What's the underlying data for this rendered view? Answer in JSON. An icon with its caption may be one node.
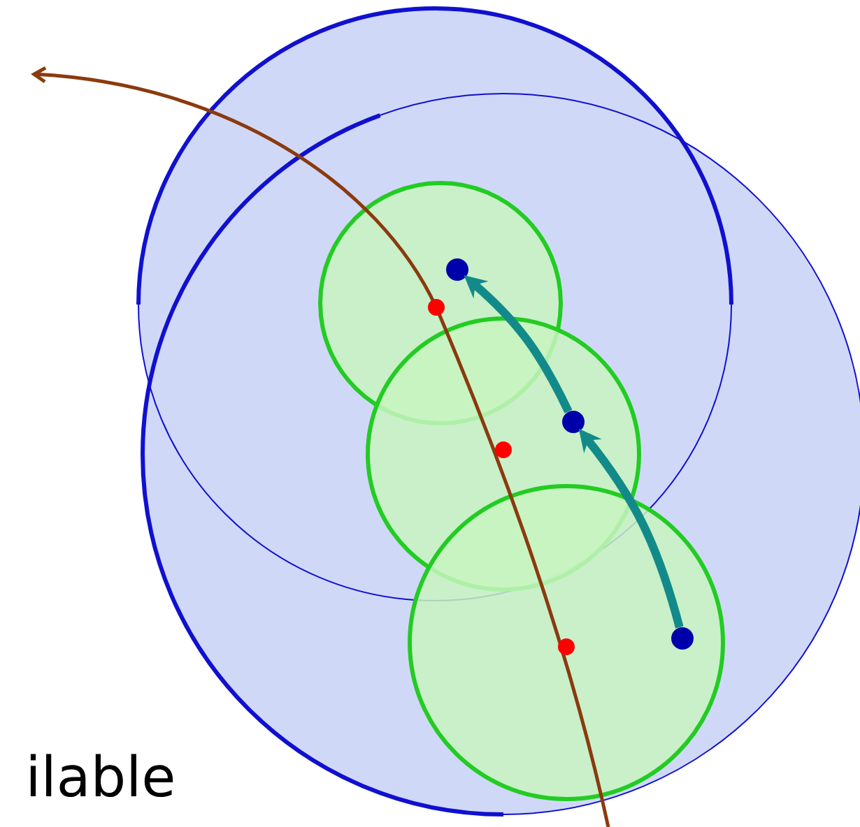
{
  "diagram": {
    "nodes": [
      {
        "text": [],
        "shape": "circle"
      },
      {
        "text": [],
        "shape": "circle"
      },
      {
        "text": [],
        "shape": "circle"
      }
    ],
    "edges": [
      {
        "from": 2,
        "to": 1,
        "arrow": "to"
      },
      {
        "from": 1,
        "to": 0,
        "arrow": "to"
      }
    ],
    "labels": [
      "ilable"
    ]
  }
}
